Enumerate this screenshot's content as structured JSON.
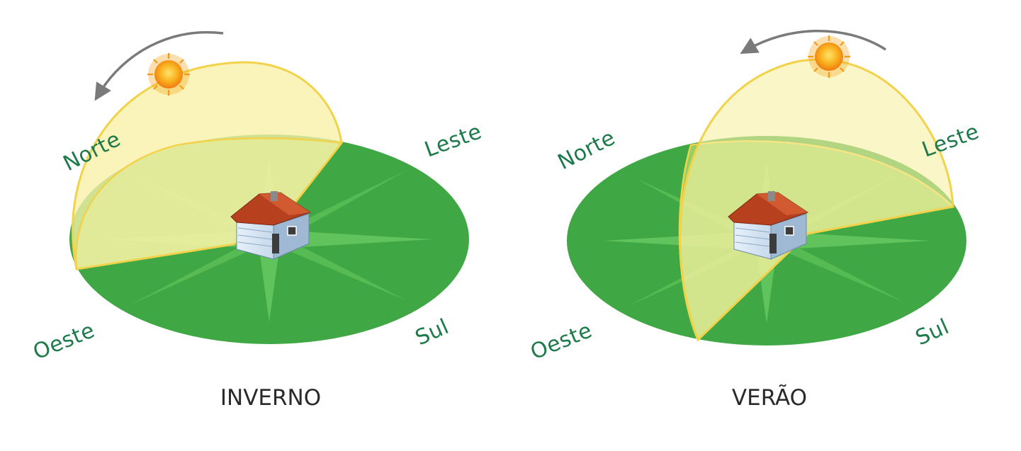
{
  "diagrams": [
    {
      "season": "INVERNO",
      "labels": {
        "north": "Norte",
        "east": "Leste",
        "west": "Oeste",
        "south": "Sul"
      }
    },
    {
      "season": "VERÃO",
      "labels": {
        "north": "Norte",
        "east": "Leste",
        "west": "Oeste",
        "south": "Sul"
      }
    }
  ],
  "colors": {
    "ground_dark": "#3fa845",
    "ground_light": "#62c053",
    "sun_path_fill": "#f8f1a6",
    "sun_path_stroke": "#f2d24a",
    "sun": "#f7a21b",
    "arrow": "#7a7a7a",
    "house_roof": "#b7401f",
    "house_wall": "#cfe1f2",
    "label_text": "#1e7a4a"
  },
  "icons": [
    "sun-icon",
    "house-icon",
    "arrow-icon"
  ]
}
